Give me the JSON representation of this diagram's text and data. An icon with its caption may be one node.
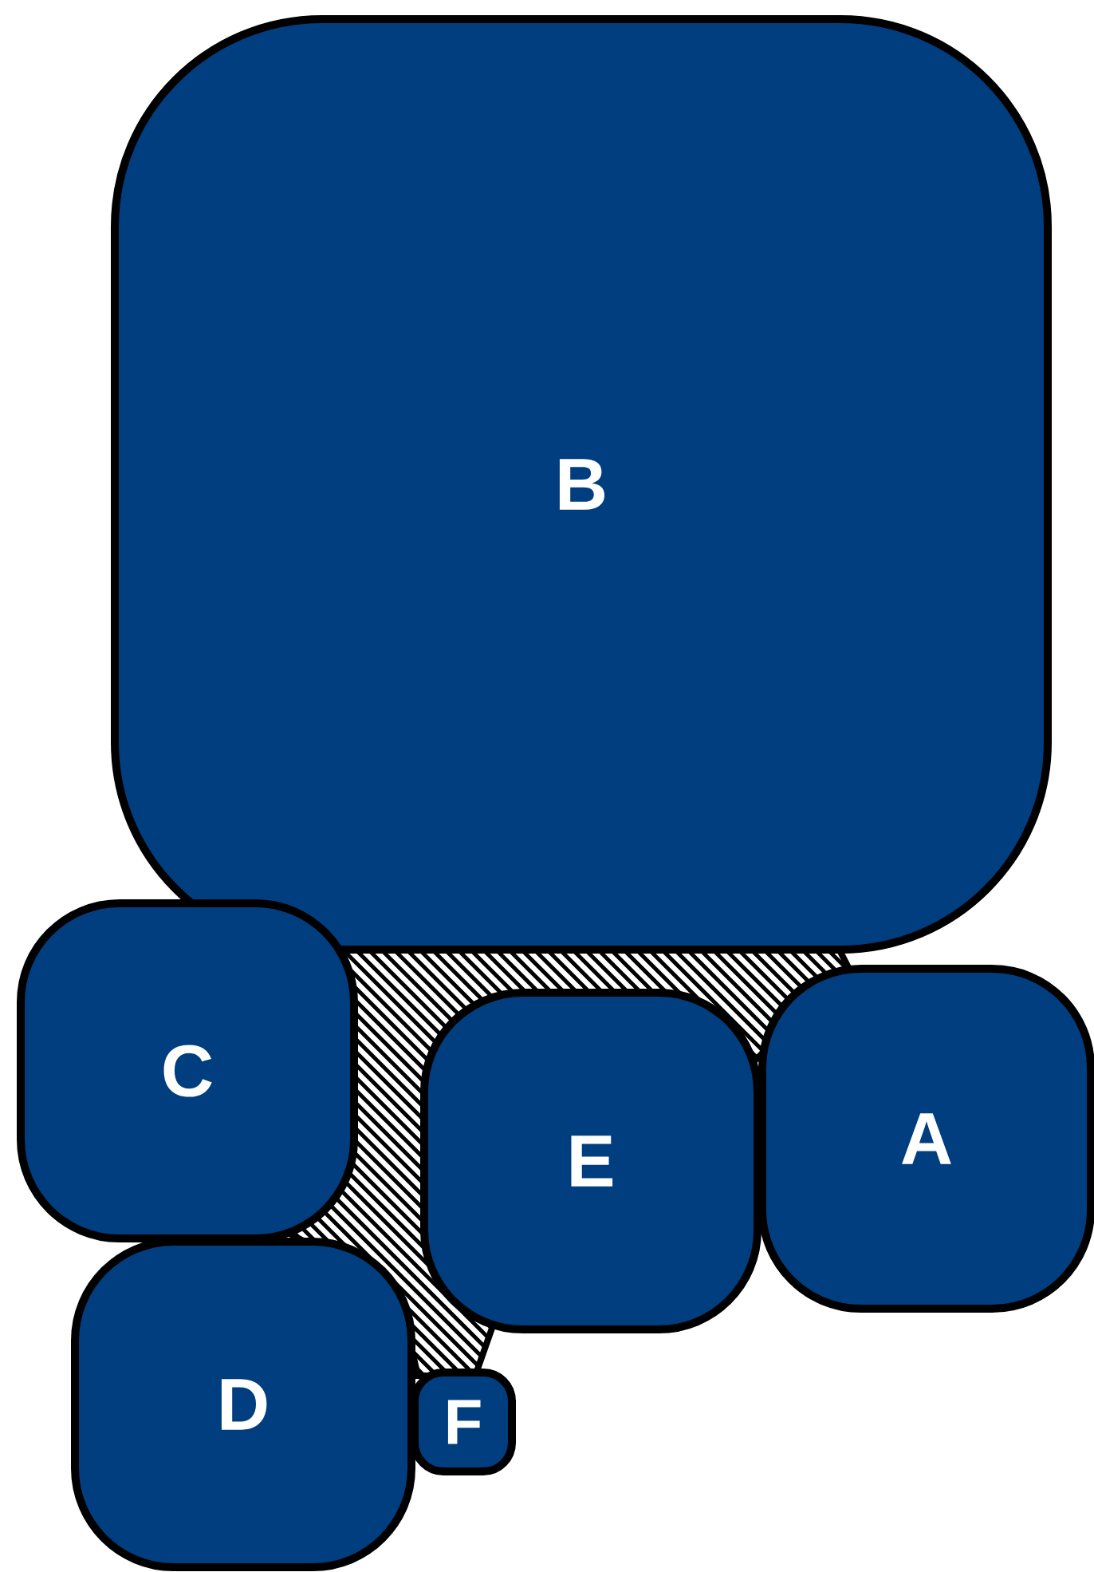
{
  "diagram": {
    "nodes": [
      {
        "text": [
          "B"
        ]
      },
      {
        "text": [
          "C"
        ]
      },
      {
        "text": [
          "A"
        ]
      },
      {
        "text": [
          "E"
        ]
      },
      {
        "text": [
          "D"
        ]
      },
      {
        "text": [
          "F"
        ]
      }
    ]
  }
}
